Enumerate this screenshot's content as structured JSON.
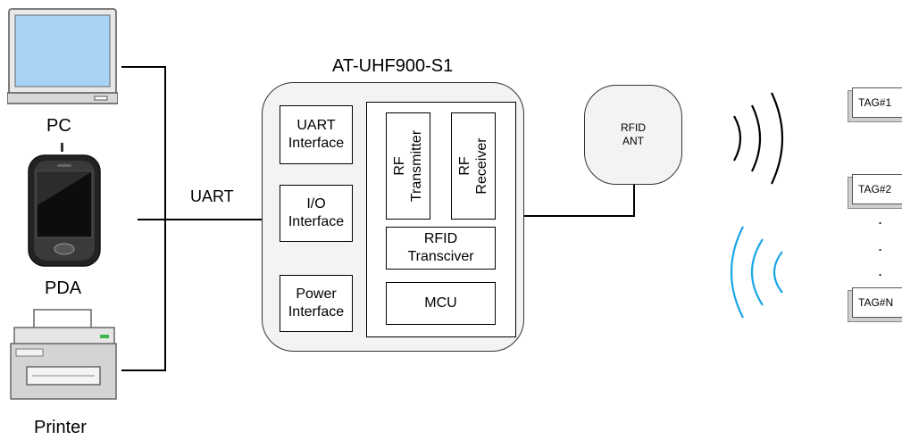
{
  "devices": {
    "pc": "PC",
    "pda": "PDA",
    "printer": "Printer"
  },
  "link_label": "UART",
  "module": {
    "title": "AT-UHF900-S1",
    "uart_interface": [
      "UART",
      "Interface"
    ],
    "io_interface": [
      "I/O",
      "Interface"
    ],
    "power_interface": [
      "Power",
      "Interface"
    ],
    "rf_transmitter": [
      "RF",
      "Transmitter"
    ],
    "rf_receiver": [
      "RF",
      "Receiver"
    ],
    "rfid_transceiver": [
      "RFID",
      "Transciver"
    ],
    "mcu": "MCU"
  },
  "antenna": [
    "RFID",
    "ANT"
  ],
  "tags": [
    "TAG#1",
    "TAG#2",
    "TAG#N"
  ],
  "tag_ellipsis": [
    ".",
    ".",
    "."
  ],
  "colors": {
    "screen_fill": "#a9d3f5",
    "outgoing_wave": "#000000",
    "incoming_wave": "#19a6e6",
    "module_fill": "#f1f3f5"
  }
}
